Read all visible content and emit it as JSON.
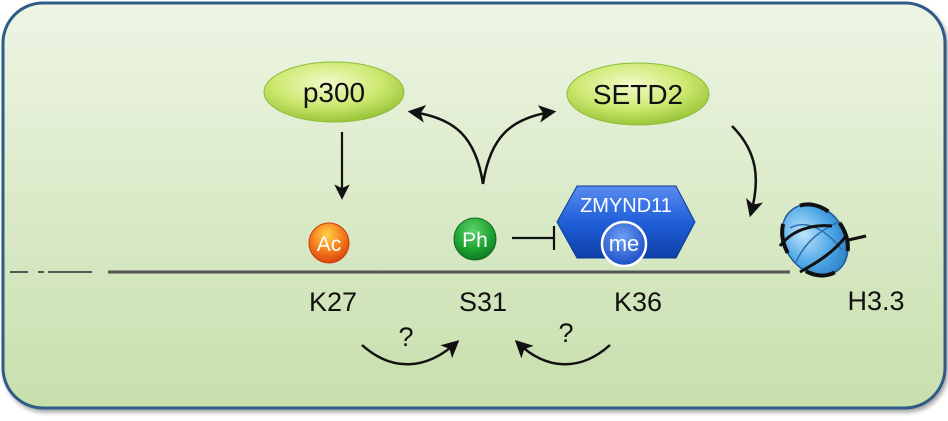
{
  "enzymes": {
    "p300": "p300",
    "setd2": "SETD2"
  },
  "reader": "ZMYND11",
  "marks": {
    "acetyl": "Ac",
    "phospho": "Ph",
    "methyl": "me"
  },
  "residues": {
    "k27": "K27",
    "s31": "S31",
    "k36": "K36"
  },
  "histone_variant": "H3.3",
  "unknown_links": {
    "left": "?",
    "right": "?"
  },
  "colors": {
    "panel_fill_top": "#eef5e4",
    "panel_fill_bottom": "#c9e0ae",
    "panel_border": "#2d5b86",
    "enzyme_green": "#c8e86a",
    "acetyl_orange": "#ee5a12",
    "phospho_green": "#1aa033",
    "reader_blue": "#1652c8",
    "nucleosome_blue": "#4aa7e8"
  }
}
